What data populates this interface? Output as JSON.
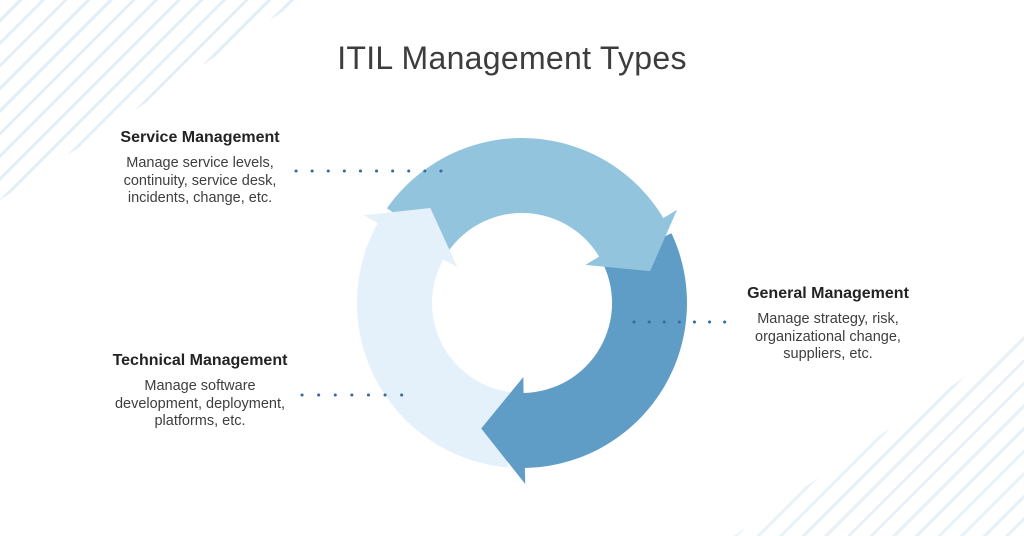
{
  "title": "ITIL Management Types",
  "diagram": {
    "type": "cycle",
    "segments": [
      {
        "id": "service",
        "color": "#92c5dd"
      },
      {
        "id": "general",
        "color": "#609dc6"
      },
      {
        "id": "technical",
        "color": "#e4f1fa"
      }
    ],
    "dot_color": "#366b9f",
    "stripe_color": "#e3eff7"
  },
  "labels": {
    "service": {
      "heading": "Service Management",
      "body": "Manage service levels,\ncontinuity, service desk,\nincidents, change, etc."
    },
    "general": {
      "heading": "General Management",
      "body": "Manage strategy, risk,\norganizational change,\nsuppliers, etc."
    },
    "technical": {
      "heading": "Technical Management",
      "body": "Manage software\ndevelopment, deployment,\nplatforms, etc."
    }
  }
}
